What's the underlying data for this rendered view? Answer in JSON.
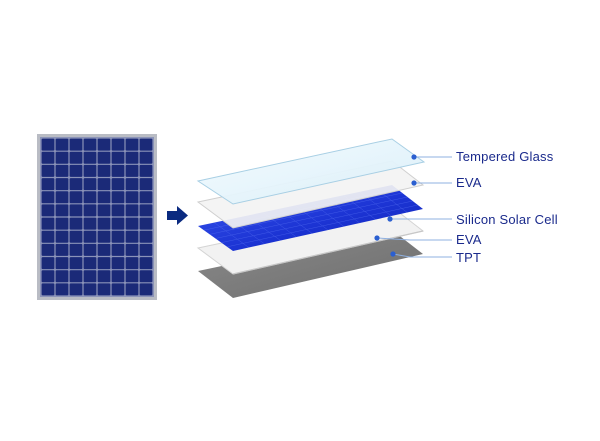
{
  "layers": [
    {
      "label": "Tempered Glass",
      "name": "tempered-glass"
    },
    {
      "label": "EVA",
      "name": "eva-top"
    },
    {
      "label": "Silicon Solar Cell",
      "name": "silicon-solar-cell"
    },
    {
      "label": "EVA",
      "name": "eva-bottom"
    },
    {
      "label": "TPT",
      "name": "tpt"
    }
  ],
  "colors": {
    "label_text": "#1a2a8c",
    "leader_line": "#8fb0e0",
    "dot": "#2b5fd0",
    "panel_frame": "#b9bcc4",
    "panel_cell": "#1b2a78",
    "panel_grid": "#8b93b8",
    "arrow": "#0a2a80",
    "glass_fill": "#e8f4fb",
    "eva_fill": "#f1f1f1",
    "cell_fill": "#1f3bd6",
    "tpt_fill": "#7c7c7c"
  },
  "icons": {
    "arrow": "right-arrow-icon",
    "panel": "solar-panel-icon"
  }
}
